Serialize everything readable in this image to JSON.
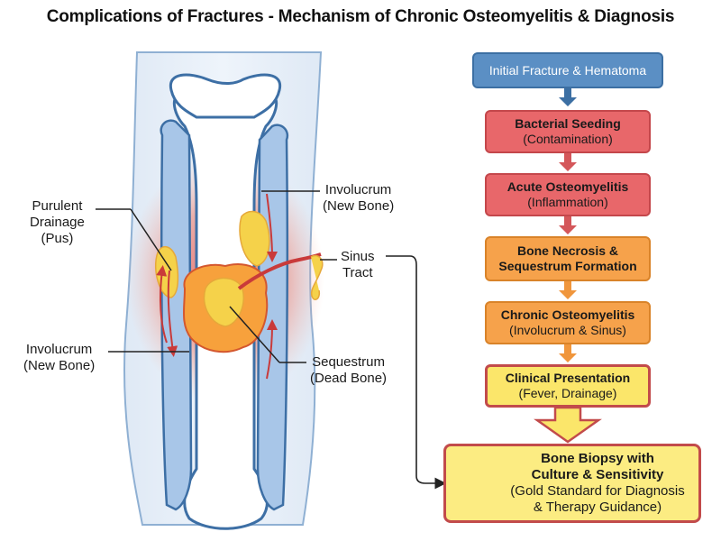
{
  "title": "Complications of Fractures - Mechanism of Chronic Osteomyelitis & Diagnosis",
  "labels": {
    "purulent": [
      "Purulent",
      "Drainage",
      "(Pus)"
    ],
    "involucrum_top": [
      "Involucrum",
      "(New Bone)"
    ],
    "sinus": [
      "Sinus",
      "Tract"
    ],
    "involucrum_left": [
      "Involucrum",
      "(New Bone)"
    ],
    "sequestrum": [
      "Sequestrum",
      "(Dead Bone)"
    ]
  },
  "flow": [
    {
      "line1": "Initial Fracture & Hematoma",
      "line2": ""
    },
    {
      "line1": "Bacterial Seeding",
      "line2": "(Contamination)"
    },
    {
      "line1": "Acute Osteomyelitis",
      "line2": "(Inflammation)"
    },
    {
      "line1": "Bone Necrosis &",
      "line2": "Sequestrum Formation"
    },
    {
      "line1": "Chronic Osteomyelitis",
      "line2": "(Involucrum & Sinus)"
    },
    {
      "line1": "Clinical Presentation",
      "line2": "(Fever, Drainage)"
    }
  ],
  "final": {
    "line1": "Bone Biopsy with",
    "line2": "Culture & Sensitivity",
    "line3": "(Gold Standard for Diagnosis",
    "line4": "& Therapy Guidance)"
  },
  "colors": {
    "blue": "#5b8fc4",
    "red": "#e8676a",
    "orange": "#f6a24b",
    "yellow": "#fbe66a",
    "border_red": "#c24b4b",
    "arrow_red": "#d4575a",
    "arrow_orange": "#f0963c"
  },
  "icons": [
    "needle-icon",
    "petri-dish-icon"
  ]
}
